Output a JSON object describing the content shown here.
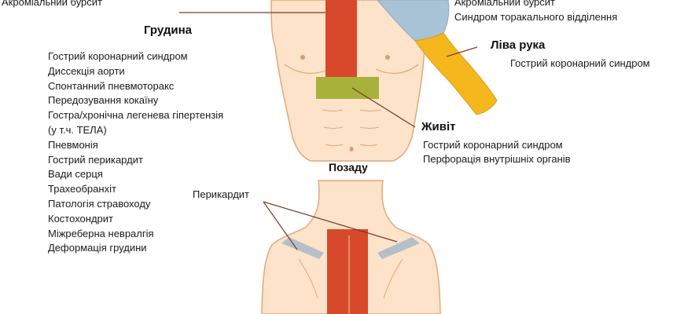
{
  "top_left_label": "Акроміальний бурсит",
  "sternum": {
    "heading": "Грудина",
    "items": [
      "Гострий коронарний синдром",
      "Диссекція аорти",
      "Спонтанний пневмоторакс",
      "Передозування кокаїну",
      "Гостра/хронічна легенева гіпертензія",
      "(у т.ч. ТЕЛА)",
      "Пневмонія",
      "Гострий перикардит",
      "Вади серця",
      "Трахеобранхіт",
      "Патологія стравоходу",
      "Костохондрит",
      "Міжреберна невралгія",
      "Деформація грудини"
    ]
  },
  "shoulder": {
    "items": [
      "Акроміальний бурсит",
      "Синдром торакального відділення"
    ]
  },
  "left_arm": {
    "heading": "Ліва рука",
    "items": [
      "Гострий коронарний синдром"
    ]
  },
  "abdomen": {
    "heading": "Живіт",
    "items": [
      "Гострий коронарний синдром",
      "Перфорація внутрішніх органів"
    ]
  },
  "back": {
    "heading": "Позаду",
    "pericarditis_label": "Перикардит"
  },
  "colors": {
    "skin": "#fce3c9",
    "skin_outline": "#e0a87a",
    "sternum_red": "#d7492a",
    "abdomen_green": "#a7b23a",
    "arm_yellow": "#f5b81c",
    "shoulder_blue": "#a9c3d6",
    "back_gray": "#b5bfc8",
    "pointer_line": "#7a3a2a"
  }
}
